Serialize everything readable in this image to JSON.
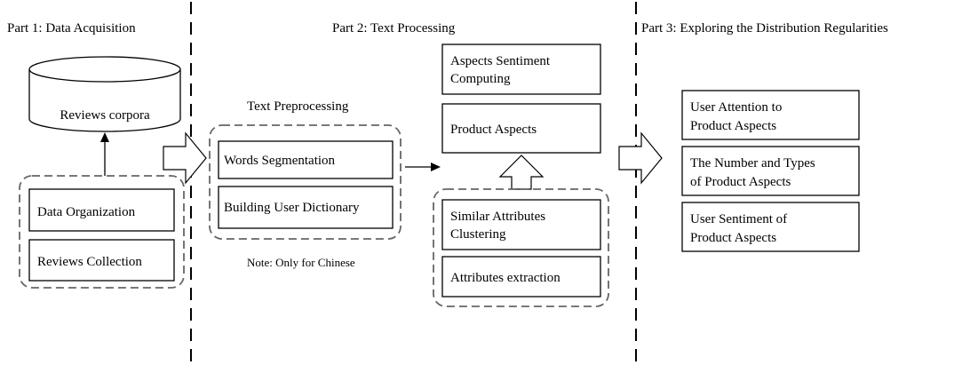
{
  "parts": {
    "part1": "Part 1: Data Acquisition",
    "part2": "Part 2: Text Processing",
    "part3": "Part 3: Exploring the Distribution Regularities"
  },
  "acquisition": {
    "corpora": "Reviews corpora",
    "organization": "Data Organization",
    "collection": "Reviews Collection"
  },
  "preprocessing": {
    "title": "Text Preprocessing",
    "segmentation": "Words Segmentation",
    "dictionary": "Building User Dictionary",
    "note": "Note: Only for Chinese"
  },
  "processing": {
    "sentiment_line1": "Aspects Sentiment",
    "sentiment_line2": "Computing",
    "product_aspects": "Product Aspects",
    "clustering_line1": "Similar Attributes",
    "clustering_line2": "Clustering",
    "extraction": "Attributes extraction"
  },
  "results": {
    "attention_line1": "User Attention to",
    "attention_line2": "Product Aspects",
    "number_line1": "The Number and Types",
    "number_line2": "of Product Aspects",
    "sentiment_line1": "User Sentiment of",
    "sentiment_line2": "Product Aspects"
  }
}
